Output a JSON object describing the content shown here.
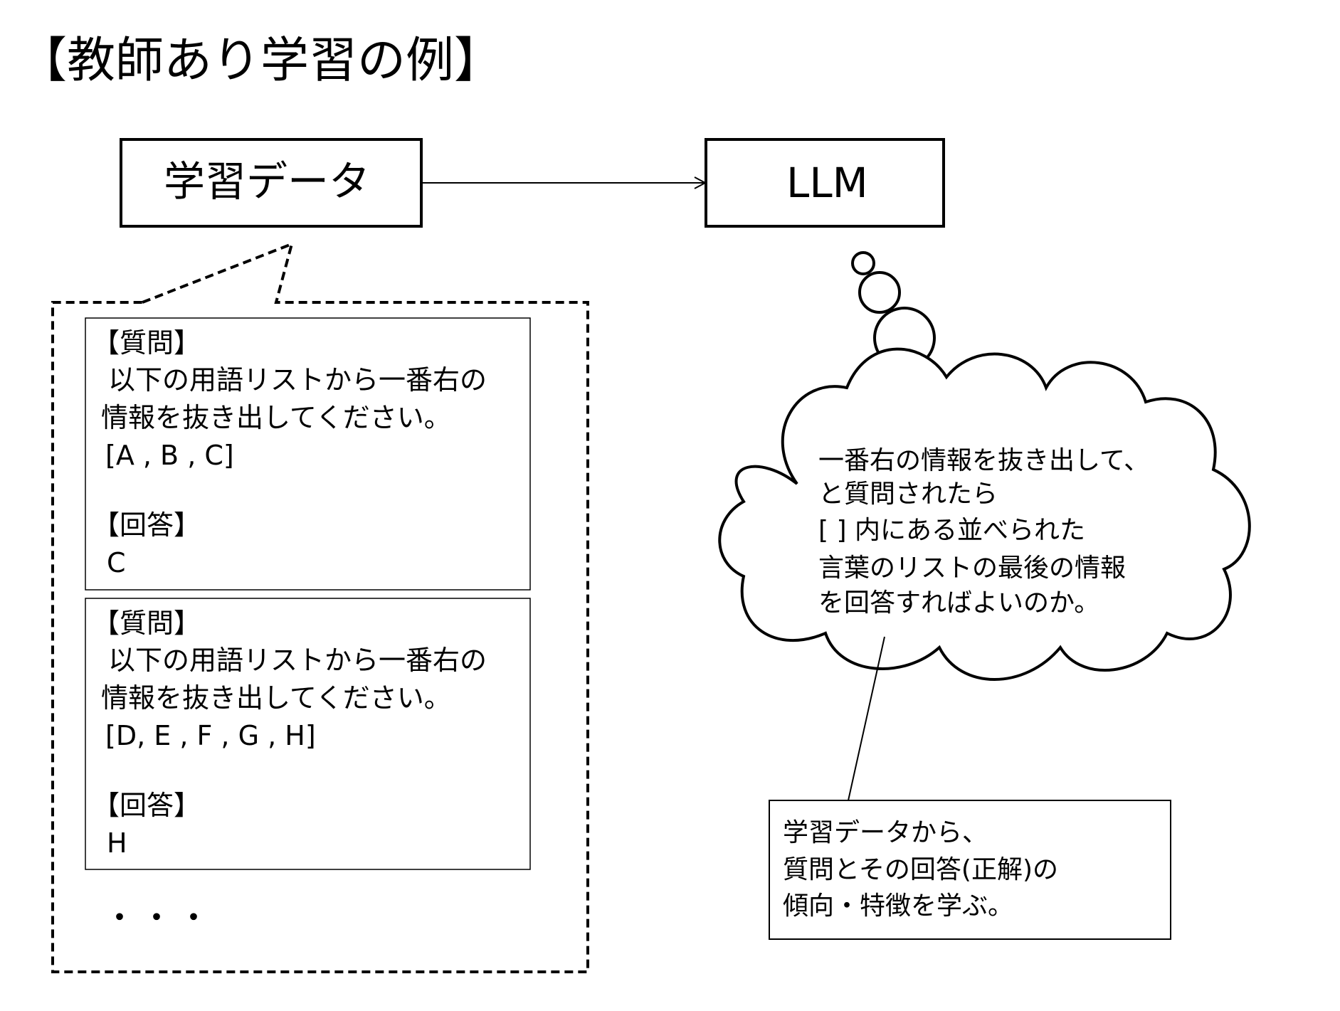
{
  "title": "【教師あり学習の例】",
  "nodes": {
    "training_data": "学習データ",
    "llm": "LLM"
  },
  "examples": [
    {
      "q_heading": "【質問】",
      "q_line1": "以下の用語リストから一番右の",
      "q_line2": "情報を抜き出してください。",
      "q_list": "[A , B , C]",
      "a_heading": "【回答】",
      "a_value": "C"
    },
    {
      "q_heading": "【質問】",
      "q_line1": "以下の用語リストから一番右の",
      "q_line2": "情報を抜き出してください。",
      "q_list": "[D, E , F , G , H]",
      "a_heading": "【回答】",
      "a_value": "H"
    }
  ],
  "ellipsis": "・・・",
  "thought": {
    "line1": "一番右の情報を抜き出して、",
    "line2": "と質問されたら",
    "line3": "[ ] 内にある並べられた",
    "line4": "言葉のリストの最後の情報",
    "line5": "を回答すればよいのか。"
  },
  "note": {
    "line1": "学習データから、",
    "line2": "質問とその回答(正解)の",
    "line3": "傾向・特徴を学ぶ。"
  }
}
